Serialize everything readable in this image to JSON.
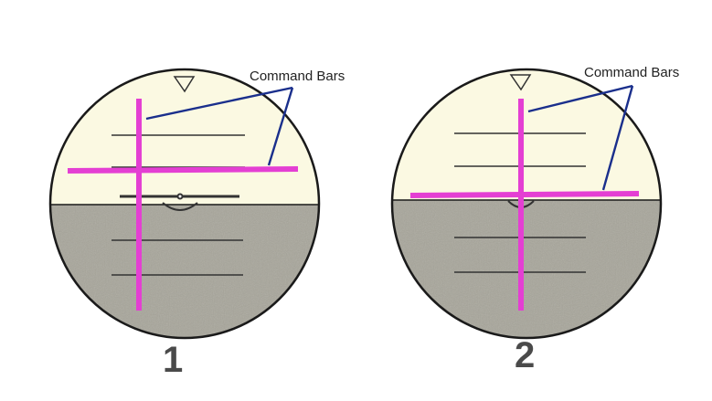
{
  "colors": {
    "sky": "#fbf9e2",
    "ground": "#a7a59a",
    "command_bar": "#e43fd3",
    "callout": "#1a2f8c",
    "outline": "#1a1a1a",
    "ladder": "#333333",
    "number": "#4a4a4a"
  },
  "instruments": [
    {
      "number": "1",
      "callout_label": "Command Bars",
      "state": "command bars off-center; aircraft symbol below horizontal bar"
    },
    {
      "number": "2",
      "callout_label": "Command Bars",
      "state": "command bars centered on aircraft symbol"
    }
  ]
}
